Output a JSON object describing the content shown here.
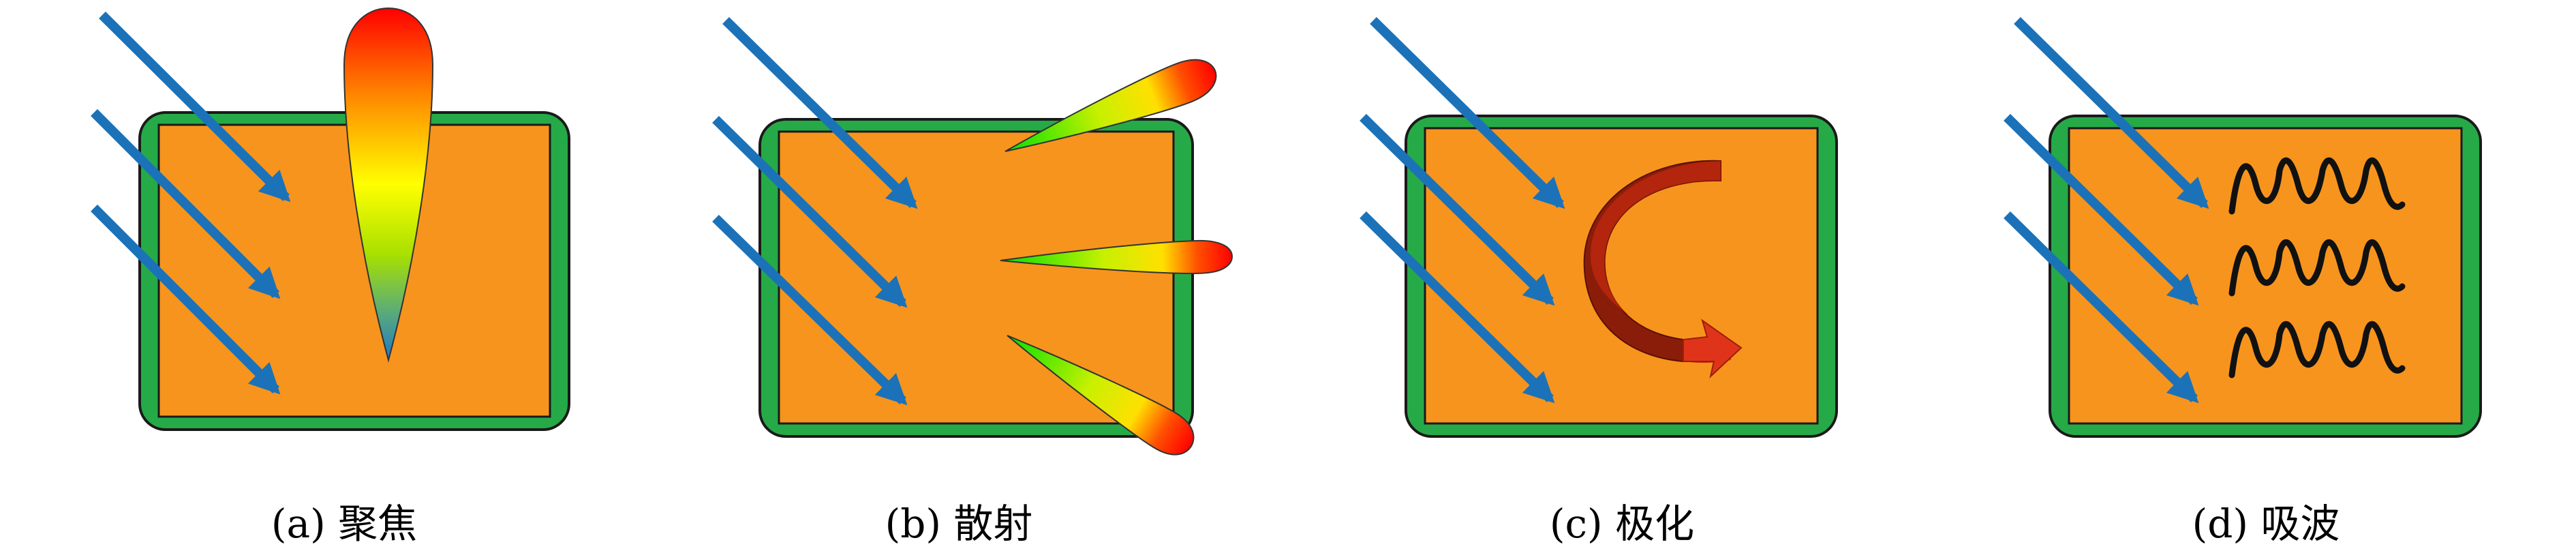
{
  "colors": {
    "panel_fill": "#F7941D",
    "panel_border": "#26AA48",
    "panel_outline": "#1A1A1A",
    "arrow": "#1B72B9",
    "rotation_arrow": "#C0280F",
    "wave": "#111111"
  },
  "panels": [
    {
      "id": "a",
      "caption": "(a) 聚焦",
      "effect": "focusing-lobe"
    },
    {
      "id": "b",
      "caption": "(b) 散射",
      "effect": "scattering-lobes"
    },
    {
      "id": "c",
      "caption": "(c) 极化",
      "effect": "polarization-rotation-arrow"
    },
    {
      "id": "d",
      "caption": "(d) 吸波",
      "effect": "absorption-waves"
    }
  ]
}
